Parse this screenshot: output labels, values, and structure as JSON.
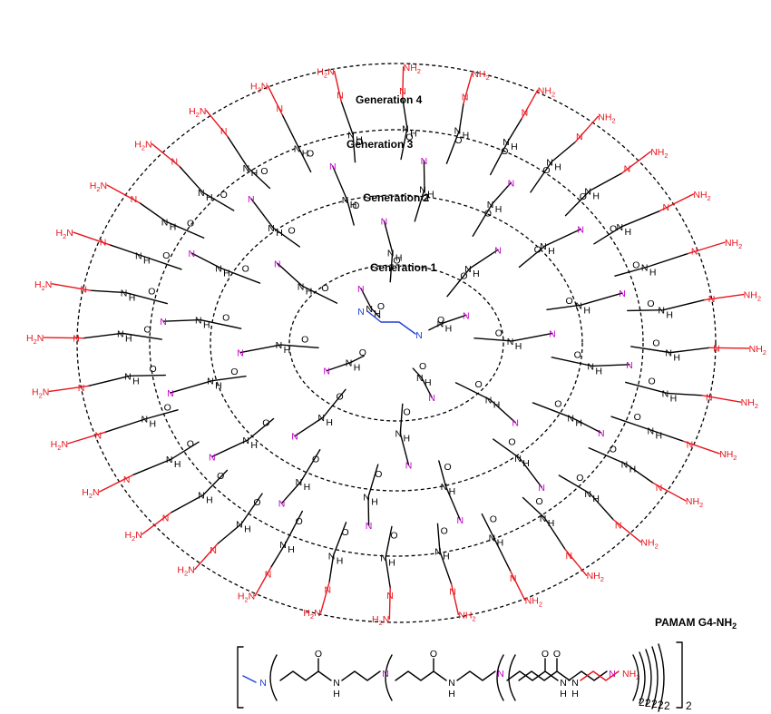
{
  "generations": [
    {
      "label": "Generation 1"
    },
    {
      "label": "Generation 2"
    },
    {
      "label": "Generation 3"
    },
    {
      "label": "Generation 4"
    }
  ],
  "compound_name": "PAMAM G4-NH",
  "compound_subscript": "2",
  "atoms": {
    "nitrogen": "N",
    "oxygen": "O",
    "hydrogen": "H",
    "amine": "NH",
    "amine_left": "H",
    "amine_left_suffix": "N",
    "amine_sub": "2"
  },
  "formula": {
    "repeat_subscript": "2"
  },
  "colors": {
    "core": "#1f3fd8",
    "branch_n": "#c000c8",
    "terminal": "#e8141c",
    "bond": "#000000"
  }
}
